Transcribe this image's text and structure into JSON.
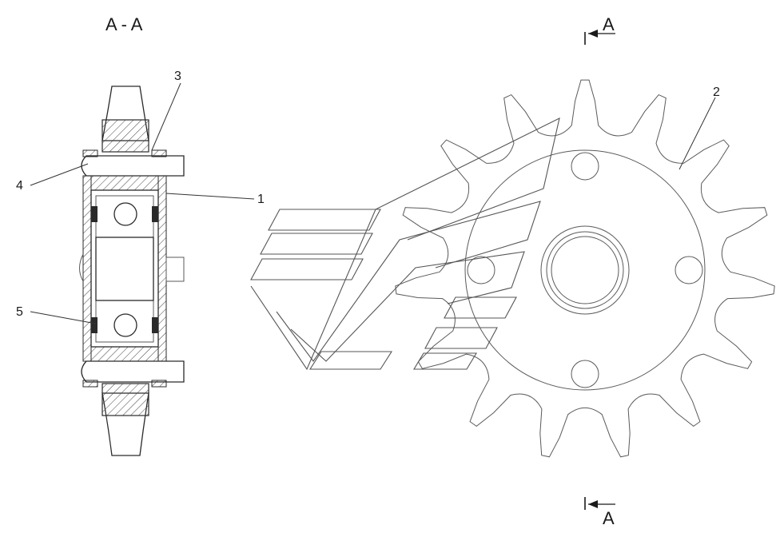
{
  "section_view": {
    "title": "A - A",
    "labels": {
      "l1": "1",
      "l3": "3",
      "l4": "4",
      "l5": "5"
    }
  },
  "front_view": {
    "label_2": "2",
    "cut_mark_top": "A",
    "cut_mark_bottom": "A"
  },
  "colors": {
    "line": "#2a2a2a",
    "thin_line": "#5a5a5a",
    "background": "#ffffff"
  }
}
